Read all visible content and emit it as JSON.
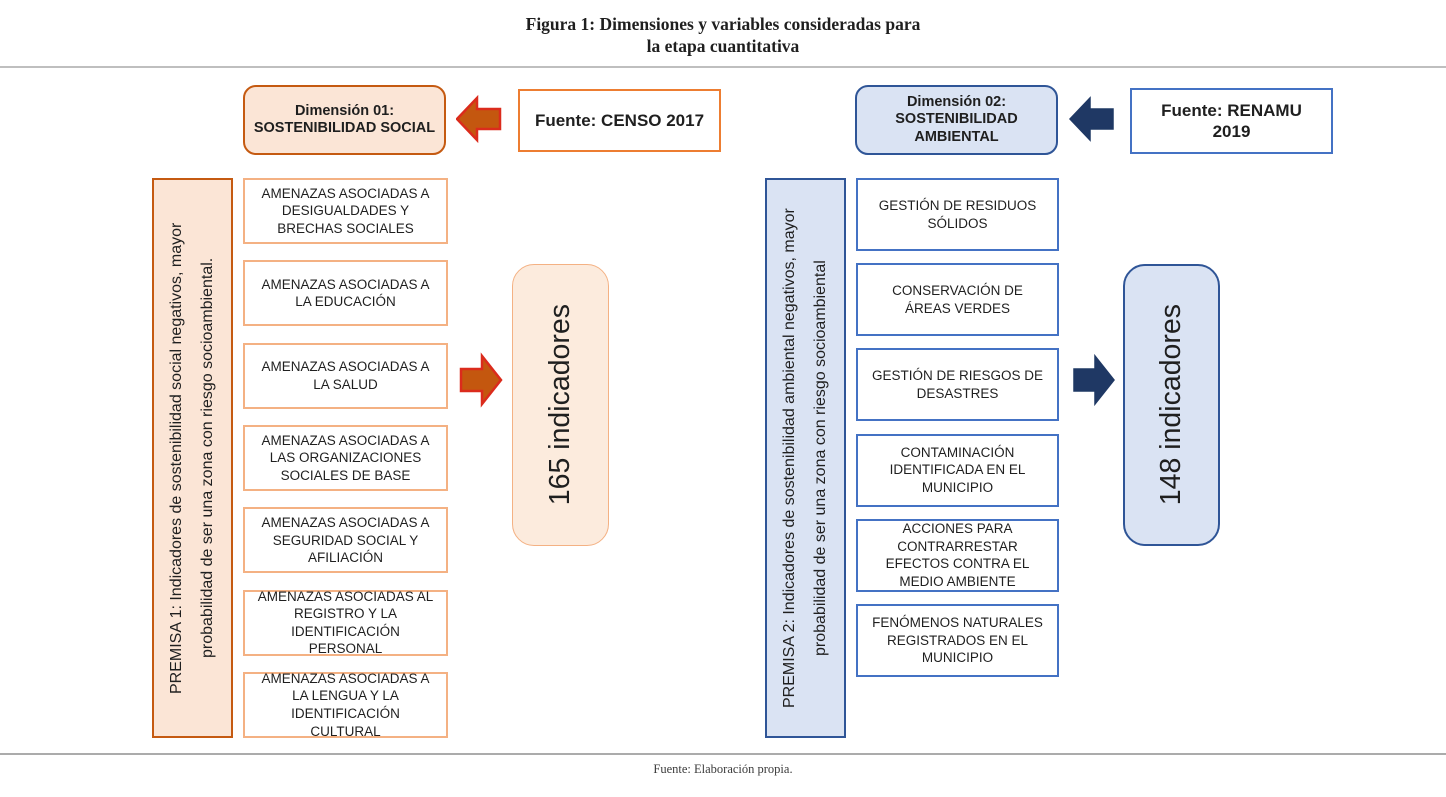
{
  "colors": {
    "orange_dark": "#C55A11",
    "orange_mid": "#ED7D31",
    "orange_light": "#F4B183",
    "peach_fill": "#FBE5D6",
    "peach_fill_light": "#FCEBDD",
    "arrow_orange_fill": "#C4570F",
    "arrow_red_stroke": "#DB2B1C",
    "navy": "#1F3864",
    "blue_dark": "#2F5597",
    "blue_mid": "#4472C4",
    "blue_fill": "#DAE3F3",
    "rule_gray": "#BFBFBF",
    "text_dark": "#1F1F1F"
  },
  "title": {
    "line1": "Figura 1: Dimensiones y variables consideradas para",
    "line2": "la etapa cuantitativa"
  },
  "footer": {
    "caption": "Fuente: Elaboración propia."
  },
  "social": {
    "dimension_label": "Dimensión 01:",
    "dimension_name": "SOSTENIBILIDAD SOCIAL",
    "source": "Fuente: CENSO 2017",
    "premise": "PREMISA 1: Indicadores de sostenibilidad social negativos, mayor probabilidad de ser una zona con riesgo socioambiental.",
    "variables": [
      "AMENAZAS ASOCIADAS A DESIGUALDADES Y BRECHAS SOCIALES",
      "AMENAZAS ASOCIADAS A LA EDUCACIÓN",
      "AMENAZAS ASOCIADAS A LA SALUD",
      "AMENAZAS ASOCIADAS A LAS ORGANIZACIONES SOCIALES DE BASE",
      "AMENAZAS ASOCIADAS A SEGURIDAD SOCIAL Y AFILIACIÓN",
      "AMENAZAS ASOCIADAS AL REGISTRO Y LA IDENTIFICACIÓN PERSONAL",
      "AMENAZAS ASOCIADAS A LA LENGUA Y LA IDENTIFICACIÓN CULTURAL"
    ],
    "result": "165 indicadores"
  },
  "environmental": {
    "dimension_label": "Dimensión 02:",
    "dimension_name": "SOSTENIBILIDAD AMBIENTAL",
    "source": "Fuente: RENAMU 2019",
    "premise": "PREMISA 2: Indicadores de sostenibilidad ambiental negativos, mayor probabilidad de ser una zona con riesgo socioambiental",
    "variables": [
      "GESTIÓN DE RESIDUOS SÓLIDOS",
      "CONSERVACIÓN DE ÁREAS VERDES",
      "GESTIÓN DE RIESGOS DE DESASTRES",
      "CONTAMINACIÓN IDENTIFICADA EN EL MUNICIPIO",
      "ACCIONES PARA CONTRARRESTAR EFECTOS CONTRA EL MEDIO AMBIENTE",
      "FENÓMENOS NATURALES REGISTRADOS EN EL MUNICIPIO"
    ],
    "result": "148 indicadores"
  }
}
